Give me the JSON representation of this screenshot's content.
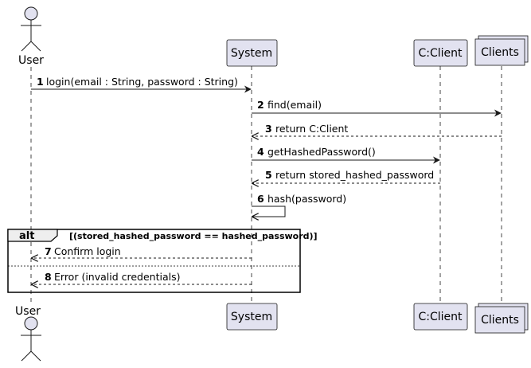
{
  "participants": {
    "user": "User",
    "system": "System",
    "client": "C:Client",
    "clients": "Clients"
  },
  "messages": [
    {
      "num": "1",
      "label": "login(email : String, password : String)"
    },
    {
      "num": "2",
      "label": "find(email)"
    },
    {
      "num": "3",
      "label": "return C:Client"
    },
    {
      "num": "4",
      "label": "getHashedPassword()"
    },
    {
      "num": "5",
      "label": "return stored_hashed_password"
    },
    {
      "num": "6",
      "label": "hash(password)"
    },
    {
      "num": "7",
      "label": "Confirm login"
    },
    {
      "num": "8",
      "label": "Error (invalid credentials)"
    }
  ],
  "alt": {
    "keyword": "alt",
    "guard": "[(stored_hashed_password == hashed_password)]"
  },
  "colors": {
    "participant_fill": "#E2E2F0",
    "participant_stroke": "#181818",
    "lifeline": "#181818",
    "frame": "#000000"
  }
}
